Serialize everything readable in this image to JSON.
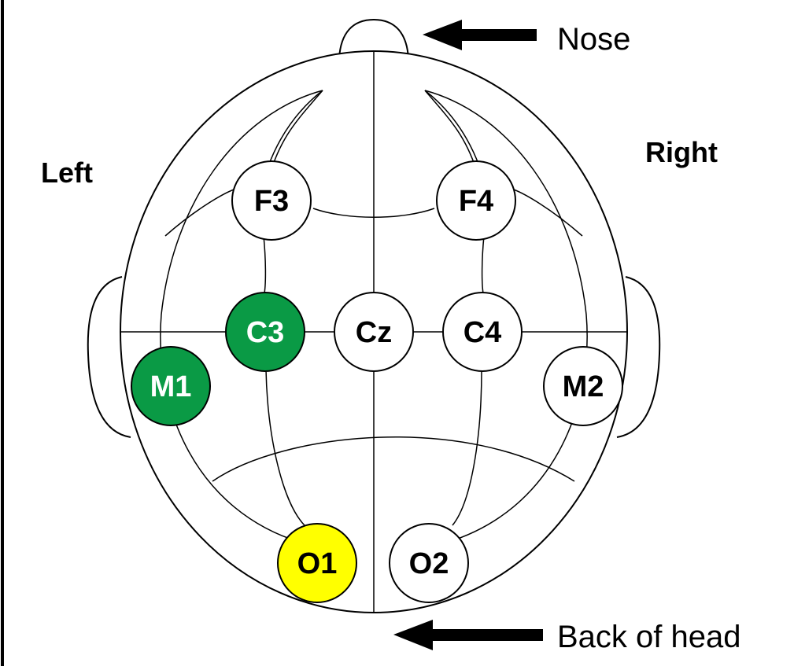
{
  "labels": {
    "nose": "Nose",
    "back": "Back of head",
    "left": "Left",
    "right": "Right"
  },
  "colors": {
    "highlight_green": "#0a9a45",
    "highlight_yellow": "#ffff00",
    "default": "#ffffff"
  },
  "electrodes": [
    {
      "id": "F3",
      "label": "F3",
      "fill": "default"
    },
    {
      "id": "F4",
      "label": "F4",
      "fill": "default"
    },
    {
      "id": "C3",
      "label": "C3",
      "fill": "highlight_green"
    },
    {
      "id": "Cz",
      "label": "Cz",
      "fill": "default"
    },
    {
      "id": "C4",
      "label": "C4",
      "fill": "default"
    },
    {
      "id": "M1",
      "label": "M1",
      "fill": "highlight_green"
    },
    {
      "id": "M2",
      "label": "M2",
      "fill": "default"
    },
    {
      "id": "O1",
      "label": "O1",
      "fill": "highlight_yellow"
    },
    {
      "id": "O2",
      "label": "O2",
      "fill": "default"
    }
  ]
}
